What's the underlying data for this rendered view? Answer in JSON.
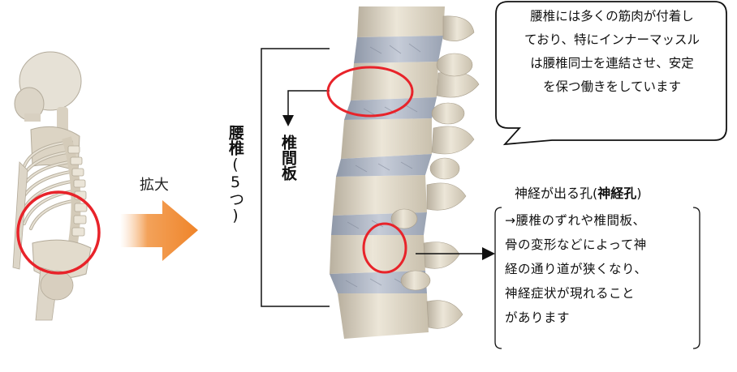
{
  "zoom_label": "拡大",
  "lumbar_label": {
    "strong": "腰椎",
    "normal": "(5つ)"
  },
  "disc_label": "椎間板",
  "callout": {
    "lines": [
      "腰椎には多くの筋肉が付着し",
      "ており、特にインナーマッスル",
      "は腰椎同士を連結させ、安定",
      "を保つ働きをしています"
    ]
  },
  "foramen": {
    "title_prefix": "神経が出る孔(",
    "title_bold": "神経孔",
    "title_suffix": ")",
    "lines": [
      "→腰椎のずれや椎間板、",
      "骨の変形などによって神",
      "経の通り道が狭くなり、",
      "神経症状が現れること",
      "があります"
    ]
  },
  "colors": {
    "highlight_circle": "#e8232a",
    "zoom_arrow": "#f08a2c",
    "bone": "#e4dccb",
    "disc": "#b4bccb"
  }
}
